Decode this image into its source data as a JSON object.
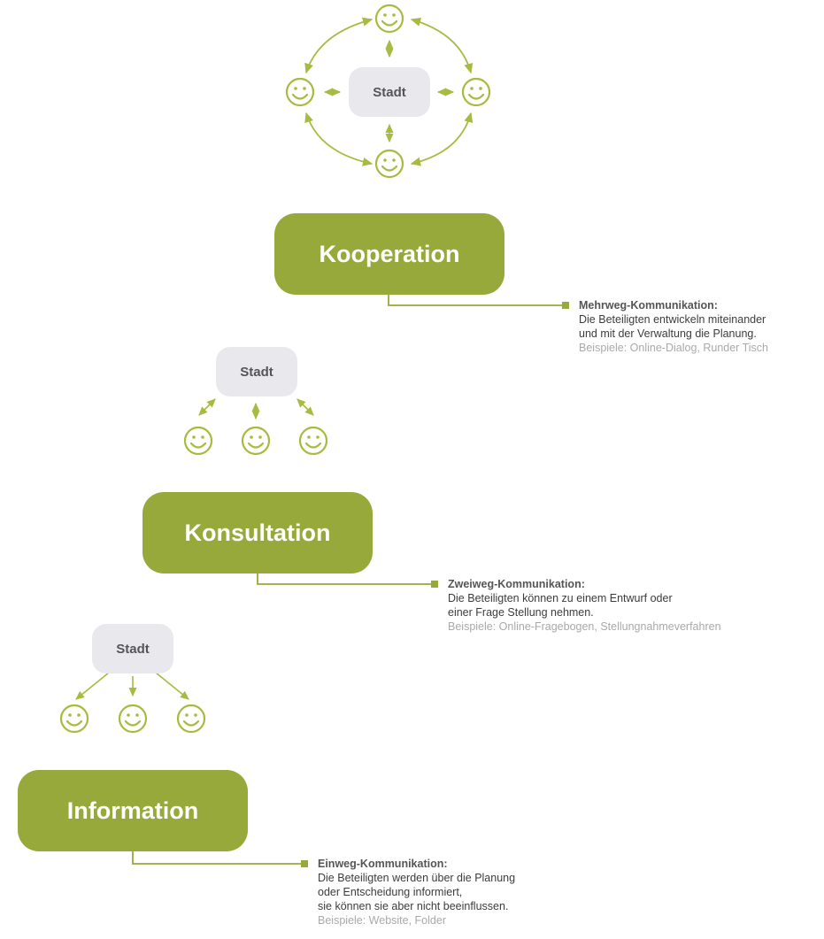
{
  "accent_color": "#97a93a",
  "smiley_color": "#a6bb3f",
  "hub_label": "Stadt",
  "levels": [
    {
      "name": "Kooperation",
      "title": "Mehrweg-Kommunikation:",
      "lines": [
        "Die Beteiligten entwickeln miteinander",
        "und mit der Verwaltung die Planung."
      ],
      "examples": "Beispiele: Online-Dialog, Runder Tisch"
    },
    {
      "name": "Konsultation",
      "title": "Zweiweg-Kommunikation:",
      "lines": [
        "Die Beteiligten können zu einem Entwurf oder",
        "einer Frage Stellung nehmen."
      ],
      "examples": "Beispiele: Online-Fragebogen, Stellungnahmeverfahren"
    },
    {
      "name": "Information",
      "title": "Einweg-Kommunikation:",
      "lines": [
        "Die Beteiligten werden über die Planung",
        "oder Entscheidung informiert,",
        "sie können sie aber nicht beeinflussen."
      ],
      "examples": "Beispiele: Website, Folder"
    }
  ]
}
